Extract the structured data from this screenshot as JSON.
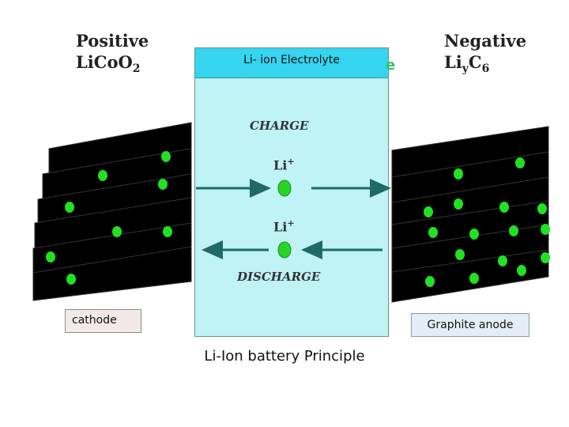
{
  "positive_label": {
    "line1": "Positive",
    "formula_main": "LiCoO",
    "formula_sub": "2"
  },
  "negative_label": {
    "line1": "Negative",
    "formula_main": "Li",
    "formula_sub_y": "y",
    "formula_c": "C",
    "formula_sub_6": "6"
  },
  "electrolyte": {
    "header": "Li- ion Electrolyte",
    "header_color": "#35d4ef",
    "body_color": "#bff3f6",
    "trailing_glyph": "e"
  },
  "flow": {
    "charge_label": "CHARGE",
    "discharge_label": "DISCHARGE",
    "ion_top": {
      "base": "Li",
      "sup": "+"
    },
    "ion_bottom": {
      "base": "Li",
      "sup": "+"
    },
    "arrow_color": "#1f6a66",
    "ion_color": "#28d428"
  },
  "electrodes": {
    "sheet_color": "#000000",
    "dot_color": "#22e022",
    "cathode_label": "cathode",
    "anode_label": "Graphite anode"
  },
  "caption": "Li-Ion battery Principle"
}
